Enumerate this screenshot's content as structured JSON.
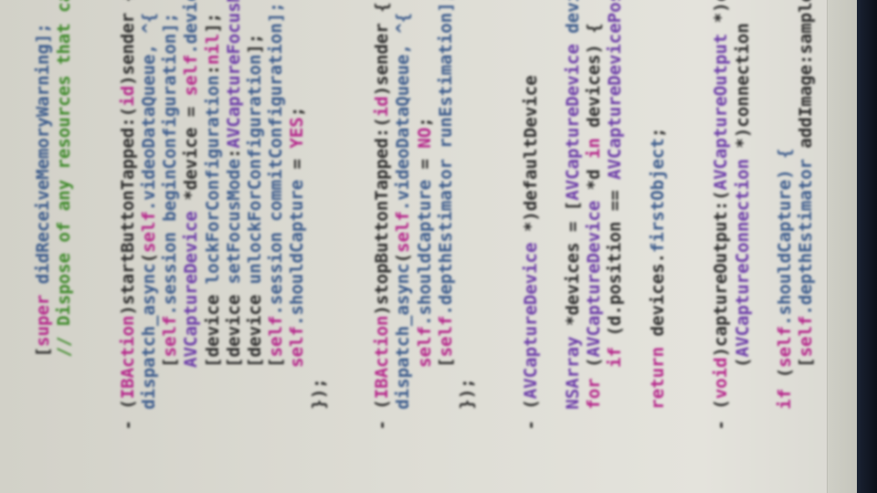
{
  "editor": {
    "lines": [
      {
        "text": "             [super didReceiveMemoryWarning];",
        "tokens": [
          {
            "text": "             ",
            "kind": "plain"
          },
          {
            "text": "[",
            "kind": "plain"
          },
          {
            "text": "super",
            "kind": "keyword"
          },
          {
            "text": " didReceiveMemoryWarning];",
            "kind": "func"
          }
        ]
      },
      {
        "text": "             // Dispose of any resources that can be recreated.",
        "tokens": [
          {
            "text": "             ",
            "kind": "plain"
          },
          {
            "text": "// Dispose of any resources that can be recreated.",
            "kind": "comment"
          }
        ]
      },
      {
        "text": "",
        "tokens": []
      },
      {
        "text": "",
        "tokens": []
      },
      {
        "text": "- (IBAction)startButtonTapped:(id)sender {",
        "tokens": [
          {
            "text": "      - (",
            "kind": "plain"
          },
          {
            "text": "IBAction",
            "kind": "keyword"
          },
          {
            "text": ")startButtonTapped:(",
            "kind": "plain"
          },
          {
            "text": "id",
            "kind": "keyword"
          },
          {
            "text": ")sender {",
            "kind": "plain"
          }
        ]
      },
      {
        "text": "    dispatch_async(self.videoDataQueue, ^{",
        "tokens": [
          {
            "text": "        ",
            "kind": "plain"
          },
          {
            "text": "dispatch_async",
            "kind": "func"
          },
          {
            "text": "(",
            "kind": "plain"
          },
          {
            "text": "self",
            "kind": "keyword"
          },
          {
            "text": ".videoDataQueue, ^{",
            "kind": "func"
          }
        ]
      },
      {
        "text": "        [self.session beginConfiguration];",
        "tokens": [
          {
            "text": "            [",
            "kind": "plain"
          },
          {
            "text": "self",
            "kind": "keyword"
          },
          {
            "text": ".session beginConfiguration];",
            "kind": "func"
          }
        ]
      },
      {
        "text": "        AVCaptureDevice *device = self.deviceInput.device;",
        "tokens": [
          {
            "text": "            ",
            "kind": "plain"
          },
          {
            "text": "AVCaptureDevice",
            "kind": "type"
          },
          {
            "text": " *device = ",
            "kind": "plain"
          },
          {
            "text": "self",
            "kind": "keyword"
          },
          {
            "text": ".deviceInput.device;",
            "kind": "func"
          }
        ]
      },
      {
        "text": "        [device lockForConfiguration:nil];",
        "tokens": [
          {
            "text": "            [device ",
            "kind": "plain"
          },
          {
            "text": "lockForConfiguration",
            "kind": "func"
          },
          {
            "text": ":",
            "kind": "plain"
          },
          {
            "text": "nil",
            "kind": "keyword"
          },
          {
            "text": "];",
            "kind": "plain"
          }
        ]
      },
      {
        "text": "        [device setFocusMode:AVCaptureFocusModeLocked];",
        "tokens": [
          {
            "text": "            [device ",
            "kind": "plain"
          },
          {
            "text": "setFocusMode",
            "kind": "func"
          },
          {
            "text": ":",
            "kind": "plain"
          },
          {
            "text": "AVCaptureFocusModeLocked",
            "kind": "type"
          },
          {
            "text": "];",
            "kind": "plain"
          }
        ]
      },
      {
        "text": "        [device unlockForConfiguration];",
        "tokens": [
          {
            "text": "            [device ",
            "kind": "plain"
          },
          {
            "text": "unlockForConfiguration",
            "kind": "func"
          },
          {
            "text": "];",
            "kind": "plain"
          }
        ]
      },
      {
        "text": "        [self.session commitConfiguration];",
        "tokens": [
          {
            "text": "            [",
            "kind": "plain"
          },
          {
            "text": "self",
            "kind": "keyword"
          },
          {
            "text": ".session commitConfiguration];",
            "kind": "func"
          }
        ]
      },
      {
        "text": "        self.shouldCapture = YES;",
        "tokens": [
          {
            "text": "            ",
            "kind": "plain"
          },
          {
            "text": "self",
            "kind": "keyword"
          },
          {
            "text": ".shouldCapture",
            "kind": "func"
          },
          {
            "text": " = ",
            "kind": "plain"
          },
          {
            "text": "YES",
            "kind": "keyword"
          },
          {
            "text": ";",
            "kind": "plain"
          }
        ]
      },
      {
        "text": "    });",
        "tokens": [
          {
            "text": "        });",
            "kind": "plain"
          }
        ]
      },
      {
        "text": "",
        "tokens": []
      },
      {
        "text": "",
        "tokens": []
      },
      {
        "text": "- (IBAction)stopButtonTapped:(id)sender {",
        "tokens": [
          {
            "text": "      - (",
            "kind": "plain"
          },
          {
            "text": "IBAction",
            "kind": "keyword"
          },
          {
            "text": ")stopButtonTapped:(",
            "kind": "plain"
          },
          {
            "text": "id",
            "kind": "keyword"
          },
          {
            "text": ")sender {",
            "kind": "plain"
          }
        ]
      },
      {
        "text": "    dispatch_async(self.videoDataQueue, ^{",
        "tokens": [
          {
            "text": "        ",
            "kind": "plain"
          },
          {
            "text": "dispatch_async",
            "kind": "func"
          },
          {
            "text": "(",
            "kind": "plain"
          },
          {
            "text": "self",
            "kind": "keyword"
          },
          {
            "text": ".videoDataQueue, ^{",
            "kind": "func"
          }
        ]
      },
      {
        "text": "        self.shouldCapture = NO;",
        "tokens": [
          {
            "text": "            ",
            "kind": "plain"
          },
          {
            "text": "self",
            "kind": "keyword"
          },
          {
            "text": ".shouldCapture",
            "kind": "func"
          },
          {
            "text": " = ",
            "kind": "plain"
          },
          {
            "text": "NO",
            "kind": "keyword"
          },
          {
            "text": ";",
            "kind": "plain"
          }
        ]
      },
      {
        "text": "        [self.depthEstimator runEstimation];",
        "tokens": [
          {
            "text": "            [",
            "kind": "plain"
          },
          {
            "text": "self",
            "kind": "keyword"
          },
          {
            "text": ".depthEstimator runEstimation];",
            "kind": "func"
          }
        ]
      },
      {
        "text": "    });",
        "tokens": [
          {
            "text": "        });",
            "kind": "plain"
          }
        ]
      },
      {
        "text": "",
        "tokens": []
      },
      {
        "text": "",
        "tokens": []
      },
      {
        "text": "- (AVCaptureDevice *)defaultDevice",
        "tokens": [
          {
            "text": "      - (",
            "kind": "plain"
          },
          {
            "text": "AVCaptureDevice",
            "kind": "type"
          },
          {
            "text": " *)defaultDevice",
            "kind": "plain"
          }
        ]
      },
      {
        "text": "",
        "tokens": []
      },
      {
        "text": "    NSArray *devices = [AVCaptureDevice devicesWithMediaType:",
        "tokens": [
          {
            "text": "        ",
            "kind": "plain"
          },
          {
            "text": "NSArray",
            "kind": "type"
          },
          {
            "text": " *devices = [",
            "kind": "plain"
          },
          {
            "text": "AVCaptureDevice",
            "kind": "type"
          },
          {
            "text": " devicesWithMedia",
            "kind": "func"
          }
        ]
      },
      {
        "text": "    for (AVCaptureDevice *d in devices) {",
        "tokens": [
          {
            "text": "        ",
            "kind": "plain"
          },
          {
            "text": "for",
            "kind": "keyword"
          },
          {
            "text": " (",
            "kind": "plain"
          },
          {
            "text": "AVCaptureDevice",
            "kind": "type"
          },
          {
            "text": " *d ",
            "kind": "plain"
          },
          {
            "text": "in",
            "kind": "keyword"
          },
          {
            "text": " devices) {",
            "kind": "plain"
          }
        ]
      },
      {
        "text": "        if (d.position == AVCaptureDevicePositionBack)",
        "tokens": [
          {
            "text": "            ",
            "kind": "plain"
          },
          {
            "text": "if",
            "kind": "keyword"
          },
          {
            "text": " (d.position == ",
            "kind": "plain"
          },
          {
            "text": "AVCaptureDevicePositionBack",
            "kind": "type"
          },
          {
            "text": ")",
            "kind": "plain"
          }
        ]
      },
      {
        "text": "",
        "tokens": []
      },
      {
        "text": "    return devices.firstObject;",
        "tokens": [
          {
            "text": "        ",
            "kind": "plain"
          },
          {
            "text": "return",
            "kind": "keyword"
          },
          {
            "text": " devices.",
            "kind": "plain"
          },
          {
            "text": "firstObject",
            "kind": "func"
          },
          {
            "text": ";",
            "kind": "plain"
          }
        ]
      },
      {
        "text": "",
        "tokens": []
      },
      {
        "text": "",
        "tokens": []
      },
      {
        "text": "- (void)captureOutput:(AVCaptureOutput *)captureOutput d",
        "tokens": [
          {
            "text": "      - (",
            "kind": "plain"
          },
          {
            "text": "void",
            "kind": "keyword"
          },
          {
            "text": ")captureOutput:(",
            "kind": "plain"
          },
          {
            "text": "AVCaptureOutput",
            "kind": "type"
          },
          {
            "text": " *)captureOutput d",
            "kind": "plain"
          }
        ]
      },
      {
        "text": "        (AVCaptureConnection *)connection",
        "tokens": [
          {
            "text": "            (",
            "kind": "plain"
          },
          {
            "text": "AVCaptureConnection",
            "kind": "type"
          },
          {
            "text": " *)connection",
            "kind": "plain"
          }
        ]
      },
      {
        "text": "",
        "tokens": []
      },
      {
        "text": "    if (self.shouldCapture) {",
        "tokens": [
          {
            "text": "        ",
            "kind": "plain"
          },
          {
            "text": "if",
            "kind": "keyword"
          },
          {
            "text": " (",
            "kind": "plain"
          },
          {
            "text": "self",
            "kind": "keyword"
          },
          {
            "text": ".shouldCapture) {",
            "kind": "func"
          }
        ]
      },
      {
        "text": "        [self.depthEstimator addImage:sampleBuffer];",
        "tokens": [
          {
            "text": "            [",
            "kind": "plain"
          },
          {
            "text": "self",
            "kind": "keyword"
          },
          {
            "text": ".depthEstimator",
            "kind": "func"
          },
          {
            "text": " addImage:sampleBuffer];",
            "kind": "plain"
          }
        ]
      }
    ]
  },
  "colors": {
    "plain": "#2a2a2a",
    "keyword": "#b5248a",
    "type": "#6a3aa8",
    "func": "#3a5a8c",
    "comment": "#3e8a2a",
    "literal": "#2a3ad0"
  }
}
